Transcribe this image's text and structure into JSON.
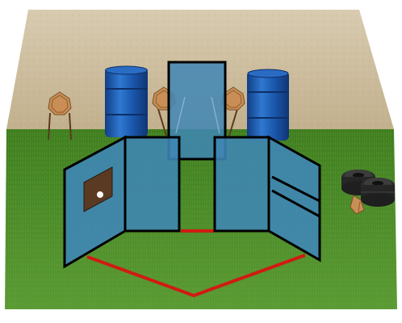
{
  "scene": {
    "description_visible_text": "",
    "colors": {
      "background": "#ffffff",
      "sand": "#cbbb9b",
      "grass": "#4f8f2a",
      "panel_fill": "#3f86b5",
      "panel_outline": "#000000",
      "fault_line": "#d11a12",
      "barrel": "#1f5fb4",
      "target": "#c98e55",
      "tire": "#2e2e2e",
      "door_window": "#5a3a22"
    },
    "objects": {
      "barrels": 2,
      "standing_targets": 3,
      "tire_stacks": 1
    }
  }
}
